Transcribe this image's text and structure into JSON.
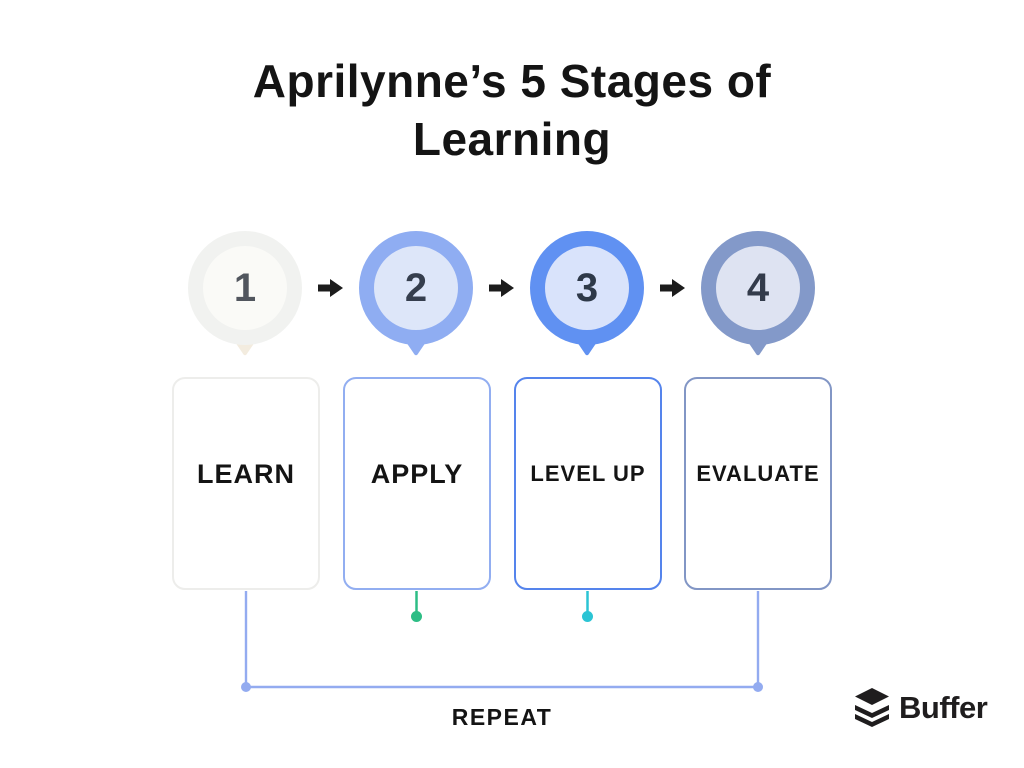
{
  "title": {
    "line1": "Aprilynne’s 5 Stages of",
    "line2": "Learning"
  },
  "stages": [
    {
      "number": "1",
      "label": "LEARN",
      "ring_color": "#f1f2f0",
      "fill_color": "#fafaf7",
      "tail_color": "#f3ecdf",
      "number_color": "#51565e",
      "card_border_color": "#ededeb"
    },
    {
      "number": "2",
      "label": "APPLY",
      "ring_color": "#8fadf2",
      "fill_color": "#dde6f9",
      "tail_color": "#8fadf2",
      "number_color": "#353e4e",
      "card_border_color": "#92aef1"
    },
    {
      "number": "3",
      "label": "LEVEL UP",
      "ring_color": "#6091f2",
      "fill_color": "#d9e3fb",
      "tail_color": "#6091f2",
      "number_color": "#2e3949",
      "card_border_color": "#5584ec"
    },
    {
      "number": "4",
      "label": "EVALUATE",
      "ring_color": "#8399c9",
      "fill_color": "#dee3f2",
      "tail_color": "#8399c9",
      "number_color": "#333b4b",
      "card_border_color": "#8296c5"
    }
  ],
  "arrow_color": "#1c1c1c",
  "connectors": {
    "repeat_label": "REPEAT",
    "loop_color": "#93abf0",
    "apply_drop_color": "#2dbd85",
    "levelup_drop_color": "#2bc4d4"
  },
  "brand": {
    "name": "Buffer",
    "color": "#1f1d1e"
  }
}
